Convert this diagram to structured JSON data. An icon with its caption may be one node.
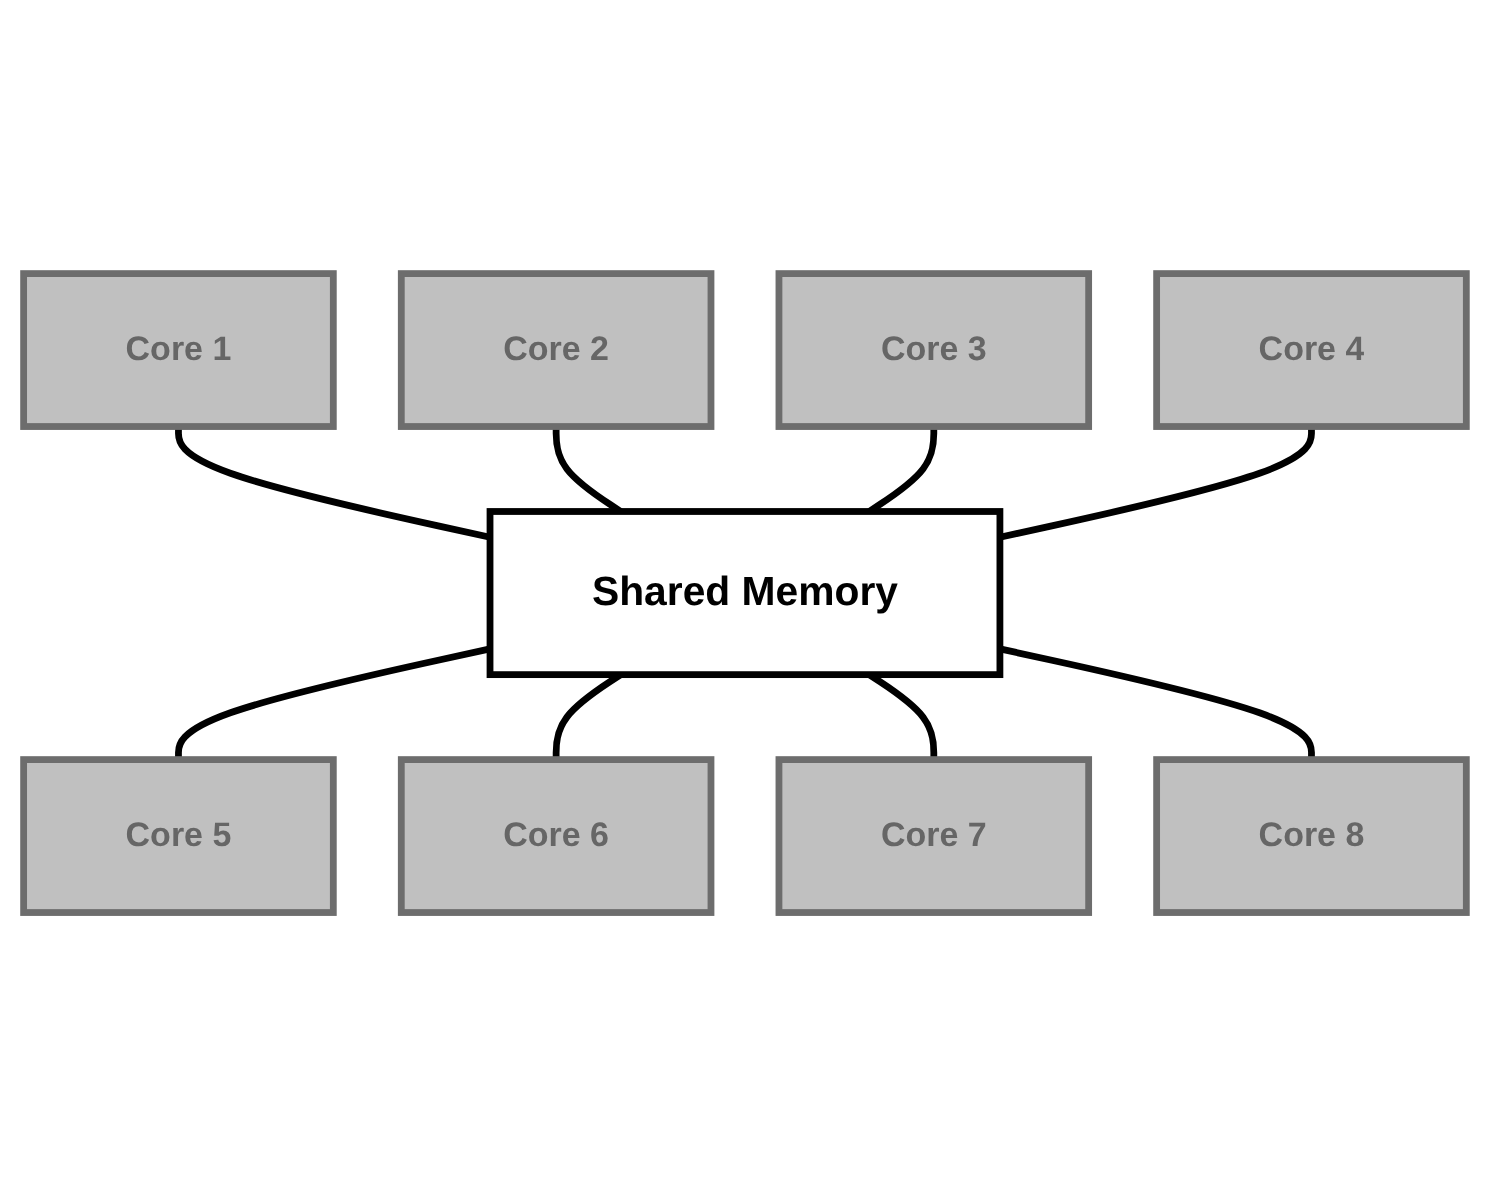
{
  "diagram": {
    "nodes": [
      {
        "text": [
          "Core 1"
        ]
      },
      {
        "text": [
          "Core 2"
        ]
      },
      {
        "text": [
          "Core 3"
        ]
      },
      {
        "text": [
          "Core 4"
        ]
      },
      {
        "text": [
          "Shared Memory"
        ]
      },
      {
        "text": [
          "Core 5"
        ]
      },
      {
        "text": [
          "Core 6"
        ]
      },
      {
        "text": [
          "Core 7"
        ]
      },
      {
        "text": [
          "Core 8"
        ]
      }
    ],
    "edges": [
      {
        "from": 0,
        "to": 4,
        "arrow": "none"
      },
      {
        "from": 1,
        "to": 4,
        "arrow": "none"
      },
      {
        "from": 2,
        "to": 4,
        "arrow": "none"
      },
      {
        "from": 3,
        "to": 4,
        "arrow": "none"
      },
      {
        "from": 4,
        "to": 5,
        "arrow": "none"
      },
      {
        "from": 4,
        "to": 6,
        "arrow": "none"
      },
      {
        "from": 4,
        "to": 7,
        "arrow": "none"
      },
      {
        "from": 4,
        "to": 8,
        "arrow": "none"
      }
    ]
  }
}
